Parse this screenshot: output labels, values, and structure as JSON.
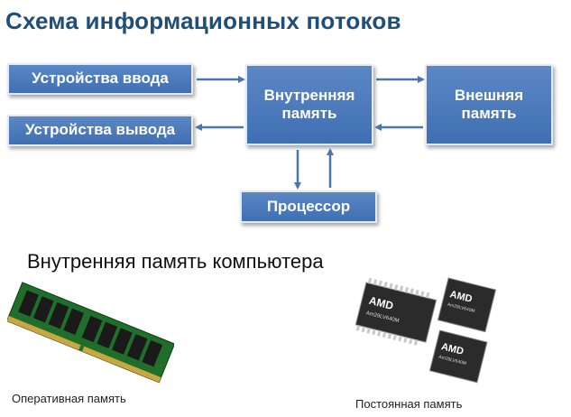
{
  "title": "Схема информационных потоков",
  "diagram": {
    "nodes": {
      "input_devices": "Устройства ввода",
      "output_devices": "Устройства вывода",
      "internal_memory": [
        "Внутренняя",
        "память"
      ],
      "external_memory": [
        "Внешняя",
        "память"
      ],
      "processor": "Процессор"
    },
    "edges": [
      {
        "from": "input_devices",
        "to": "internal_memory"
      },
      {
        "from": "internal_memory",
        "to": "output_devices"
      },
      {
        "from": "internal_memory",
        "to": "external_memory"
      },
      {
        "from": "external_memory",
        "to": "internal_memory"
      },
      {
        "from": "internal_memory",
        "to": "processor"
      },
      {
        "from": "processor",
        "to": "internal_memory"
      }
    ]
  },
  "subtitle": "Внутренняя память компьютера",
  "images": {
    "ram_caption": "Оперативная память",
    "rom_caption": "Постоянная память",
    "chip_brand": "AMD",
    "chip_model": "Am29LV640M"
  },
  "colors": {
    "title": "#1f4e79",
    "box_fill": "#4a7abd",
    "arrow": "#4a76b0",
    "ram_pcb": "#1f6e2a",
    "chip_body": "#2b2b2b"
  }
}
